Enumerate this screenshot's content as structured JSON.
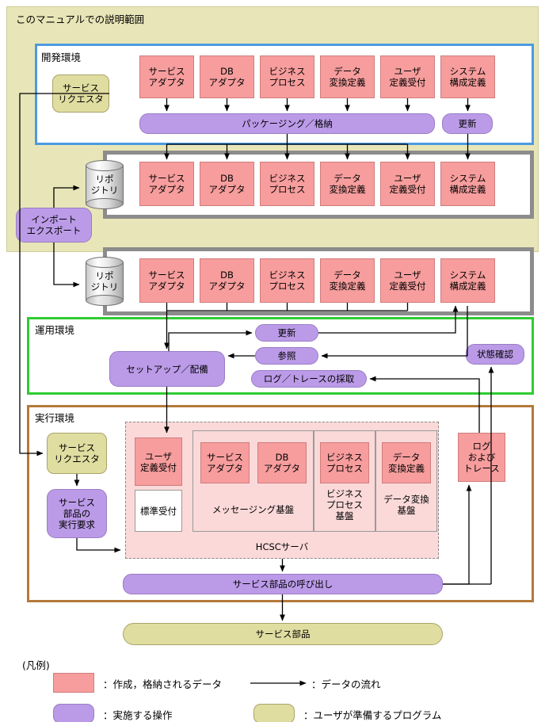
{
  "diagram": {
    "scope_title": "このマニュアルでの説明範囲",
    "regions": {
      "dev": "開発環境",
      "operation": "運用環境",
      "execution": "実行環境"
    },
    "dev_env": {
      "requester": "サービス\nリクエスタ",
      "artifacts": [
        "サービス\nアダプタ",
        "DB\nアダプタ",
        "ビジネス\nプロセス",
        "データ\n変換定義",
        "ユーザ\n定義受付",
        "システム\n構成定義"
      ],
      "packaging": "パッケージング／格納",
      "update": "更新"
    },
    "repo_upper": {
      "name": "リポ\nジトリ",
      "artifacts": [
        "サービス\nアダプタ",
        "DB\nアダプタ",
        "ビジネス\nプロセス",
        "データ\n変換定義",
        "ユーザ\n定義受付",
        "システム\n構成定義"
      ]
    },
    "import_export": "インポート\nエクスポート",
    "repo_lower": {
      "name": "リポ\nジトリ",
      "artifacts": [
        "サービス\nアダプタ",
        "DB\nアダプタ",
        "ビジネス\nプロセス",
        "データ\n変換定義",
        "ユーザ\n定義受付",
        "システム\n構成定義"
      ]
    },
    "operation_env": {
      "setup": "セットアップ／配備",
      "update": "更新",
      "reference": "参照",
      "log_trace_collect": "ログ／トレースの採取",
      "status_check": "状態確認"
    },
    "execution_env": {
      "requester": "サービス\nリクエスタ",
      "exec_request": "サービス\n部品の\n実行要求",
      "hcsc_label": "HCSCサーバ",
      "user_def_accept": "ユーザ\n定義受付",
      "standard_accept": "標準受付",
      "messaging": {
        "items": [
          "サービス\nアダプタ",
          "DB\nアダプタ"
        ],
        "base_label": "メッセージング基盤"
      },
      "bp": {
        "item": "ビジネス\nプロセス",
        "base_label": "ビジネス\nプロセス\n基盤"
      },
      "dt": {
        "item": "データ\n変換定義",
        "base_label": "データ変換\n基盤"
      },
      "log_and_trace": "ログ\nおよび\nトレース",
      "service_call": "サービス部品の呼び出し"
    },
    "service_component": "サービス部品",
    "legend": {
      "title": "(凡例)",
      "items": [
        {
          "kind": "data-swatch",
          "text": "：作成，格納されるデータ"
        },
        {
          "kind": "arrow-swatch",
          "text": "：データの流れ"
        },
        {
          "kind": "op-swatch",
          "text": "：実施する操作"
        },
        {
          "kind": "user-swatch",
          "text": "：ユーザが準備するプログラム"
        }
      ]
    },
    "colors": {
      "data": "#f79d9d",
      "operation": "#bb9be8",
      "user_program": "#e0dda0",
      "scope_bg": "#e8e6b8",
      "dev_border": "#4d9ae0",
      "repo_border": "#8c8c8c",
      "operation_border": "#2ecc31",
      "execution_border": "#b5793a",
      "hcsc_bg": "#fbd9d9"
    }
  }
}
